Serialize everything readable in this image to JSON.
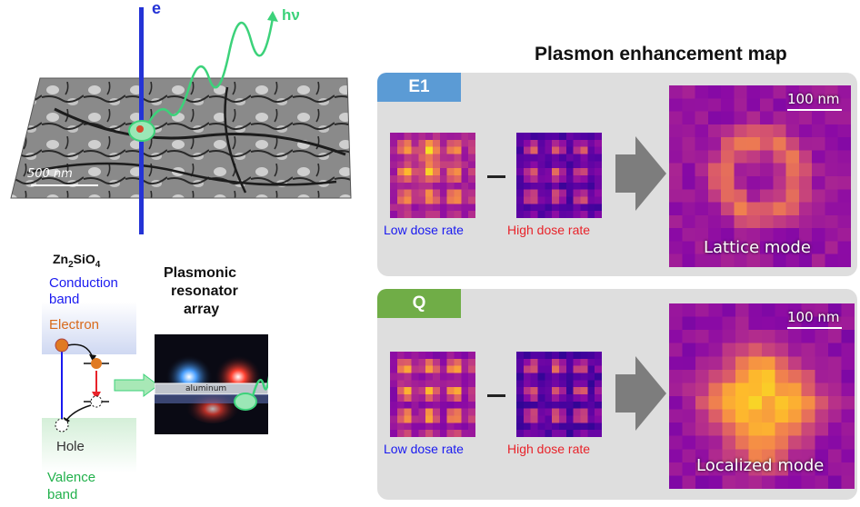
{
  "title": "Plasmon enhancement map",
  "top_left": {
    "electron_label": "e",
    "photon_label": "hν",
    "scale_label": "500 nm"
  },
  "energy_diagram": {
    "material_main": "Zn",
    "material_sub1": "2",
    "material_mid": "SiO",
    "material_sub2": "4",
    "conduction_line1": "Conduction",
    "conduction_line2": "band",
    "electron": "Electron",
    "hole": "Hole",
    "valence_line1": "Valence",
    "valence_line2": "band"
  },
  "resonator": {
    "line1": "Plasmonic",
    "line2": "resonator",
    "line3": "array",
    "inner_label": "aluminum"
  },
  "panels": [
    {
      "tab": "E1",
      "tab_color": "#5b9bd5",
      "low_label": "Low dose rate",
      "high_label": "High dose rate",
      "scale_label": "100 nm",
      "mode_label": "Lattice mode"
    },
    {
      "tab": "Q",
      "tab_color": "#70ad47",
      "low_label": "Low dose rate",
      "high_label": "High dose rate",
      "scale_label": "100 nm",
      "mode_label": "Localized mode"
    }
  ],
  "colors": {
    "panel_bg": "#dedede",
    "electron_beam": "#2433d6",
    "photon": "#3cd27a",
    "low_dose_text": "#1a1af0",
    "high_dose_text": "#e8232a",
    "electron_text": "#d86a1c",
    "valence_text": "#22b14c"
  }
}
